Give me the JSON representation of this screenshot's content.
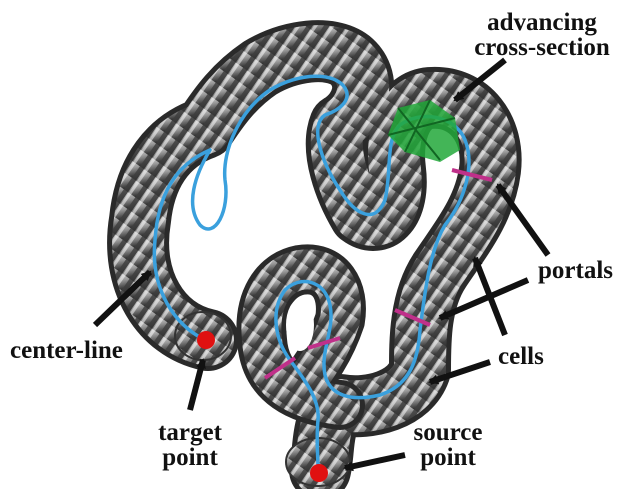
{
  "labels": {
    "advancing_line1": "advancing",
    "advancing_line2": "cross-section",
    "portals": "portals",
    "cells": "cells",
    "center_line": "center-line",
    "target_line1": "target",
    "target_line2": "point",
    "source_line1": "source",
    "source_line2": "point"
  },
  "colors": {
    "centerline": "#3aa0dd",
    "portal": "#c0308a",
    "advancing": "#22a83a",
    "point": "#e01010",
    "arrow": "#111111"
  }
}
